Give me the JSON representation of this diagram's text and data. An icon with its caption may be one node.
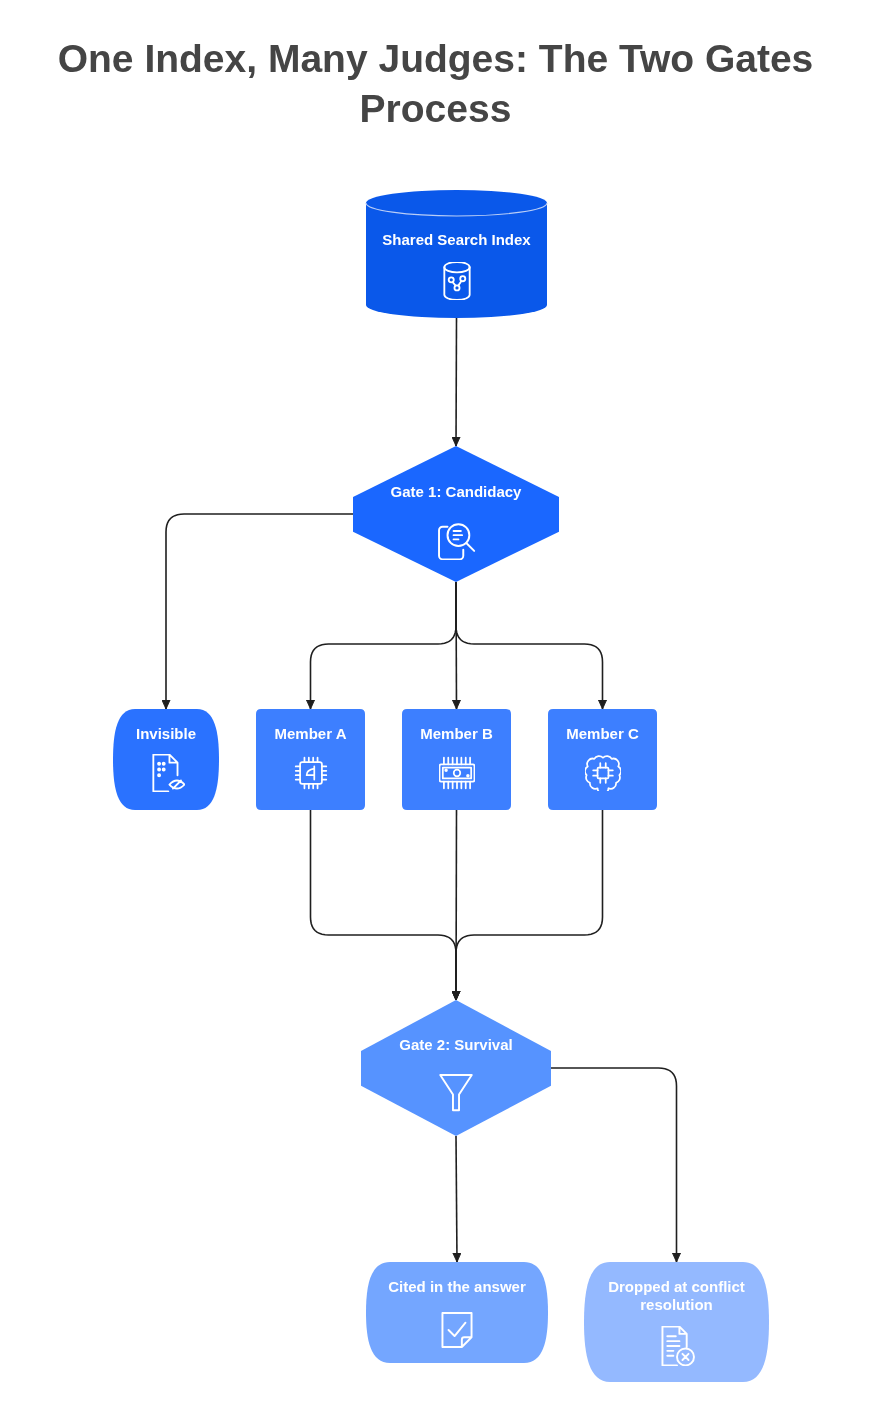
{
  "diagram": {
    "title": "One Index, Many Judges: The Two Gates Process",
    "nodes": [
      {
        "text": [
          "Shared Search Index"
        ]
      },
      {
        "text": [
          "Gate 1: Candidacy"
        ]
      },
      {
        "text": [
          "Invisible"
        ]
      },
      {
        "text": [
          "Member A"
        ]
      },
      {
        "text": [
          "Member B"
        ]
      },
      {
        "text": [
          "Member C"
        ]
      },
      {
        "text": [
          "Gate 2: Survival"
        ]
      },
      {
        "text": [
          "Cited in the answer"
        ]
      },
      {
        "text": [
          "Dropped at conflict resolution"
        ]
      }
    ],
    "edges": [
      {
        "from": 0,
        "to": 1,
        "arrow": "to"
      },
      {
        "from": 1,
        "to": 2,
        "arrow": "to"
      },
      {
        "from": 1,
        "to": 3,
        "arrow": "to"
      },
      {
        "from": 1,
        "to": 4,
        "arrow": "to"
      },
      {
        "from": 1,
        "to": 5,
        "arrow": "to"
      },
      {
        "from": 3,
        "to": 6,
        "arrow": "to"
      },
      {
        "from": 4,
        "to": 6,
        "arrow": "to"
      },
      {
        "from": 5,
        "to": 6,
        "arrow": "to"
      },
      {
        "from": 6,
        "to": 7,
        "arrow": "to"
      },
      {
        "from": 6,
        "to": 8,
        "arrow": "to"
      }
    ]
  }
}
